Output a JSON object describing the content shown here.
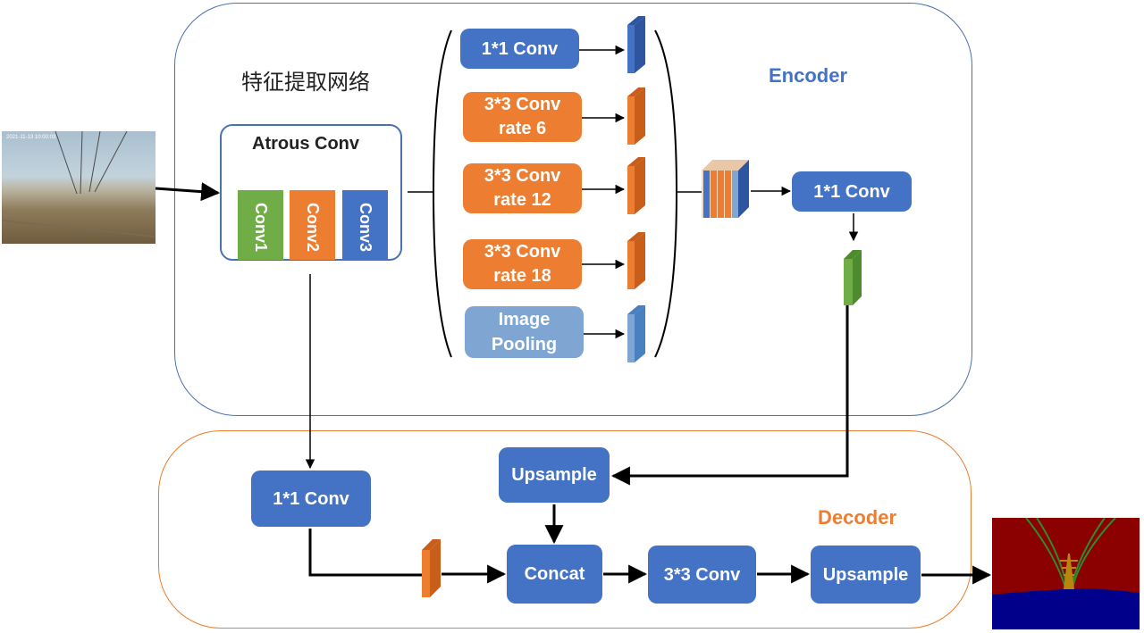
{
  "encoder": {
    "title": "Encoder",
    "subtitle_cn": "特征提取网络"
  },
  "atrous": {
    "title": "Atrous Conv",
    "items": [
      "Conv1",
      "Conv2",
      "Conv3"
    ]
  },
  "aspp": [
    {
      "line1": "1*1 Conv",
      "line2": ""
    },
    {
      "line1": "3*3 Conv",
      "line2": "rate 6"
    },
    {
      "line1": "3*3 Conv",
      "line2": "rate 12"
    },
    {
      "line1": "3*3 Conv",
      "line2": "rate 18"
    },
    {
      "line1": "Image",
      "line2": "Pooling"
    }
  ],
  "encoder_conv": "1*1 Conv",
  "decoder": {
    "title": "Decoder",
    "conv1x1": "1*1 Conv",
    "upsample_top": "Upsample",
    "concat": "Concat",
    "conv3x3": "3*3 Conv",
    "upsample_out": "Upsample"
  },
  "input_image": {
    "timestamp": "2021-11-13 10:00:03"
  },
  "colors": {
    "blue": "#4472c4",
    "orange": "#ed7d31",
    "green": "#70ad47",
    "light_blue": "#7fa5d2",
    "encoder_border": "#4a72b0",
    "decoder_border": "#ed7d31",
    "output_red": "#8b0000",
    "output_navy": "#00008b"
  }
}
